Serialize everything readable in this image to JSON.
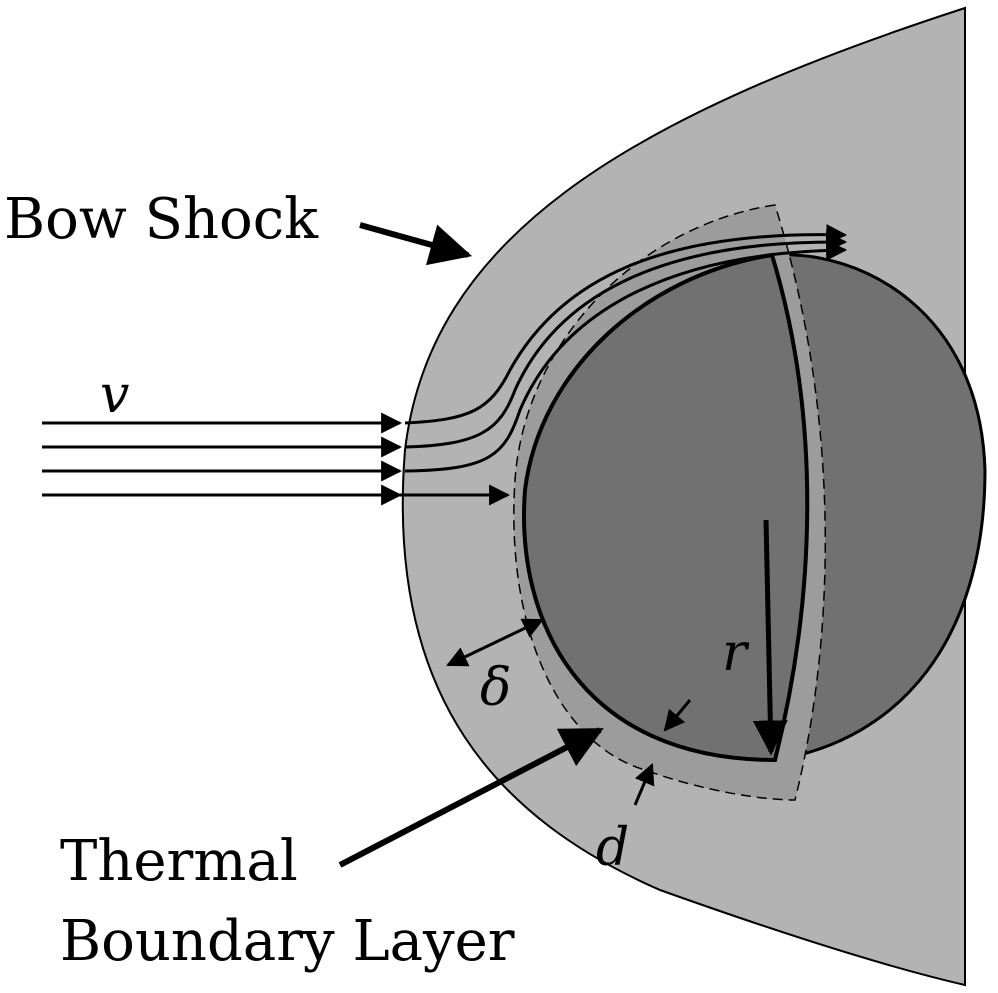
{
  "labels": {
    "bow_shock": "Bow Shock",
    "velocity": "v",
    "delta": "δ",
    "radius": "r",
    "d": "d",
    "thermal_line1": "Thermal",
    "thermal_line2": "Boundary Layer"
  },
  "colors": {
    "background": "#ffffff",
    "shock_region": "#b3b3b3",
    "sphere": "#717171",
    "layer": "#9c9c9c",
    "ink": "#000000"
  }
}
